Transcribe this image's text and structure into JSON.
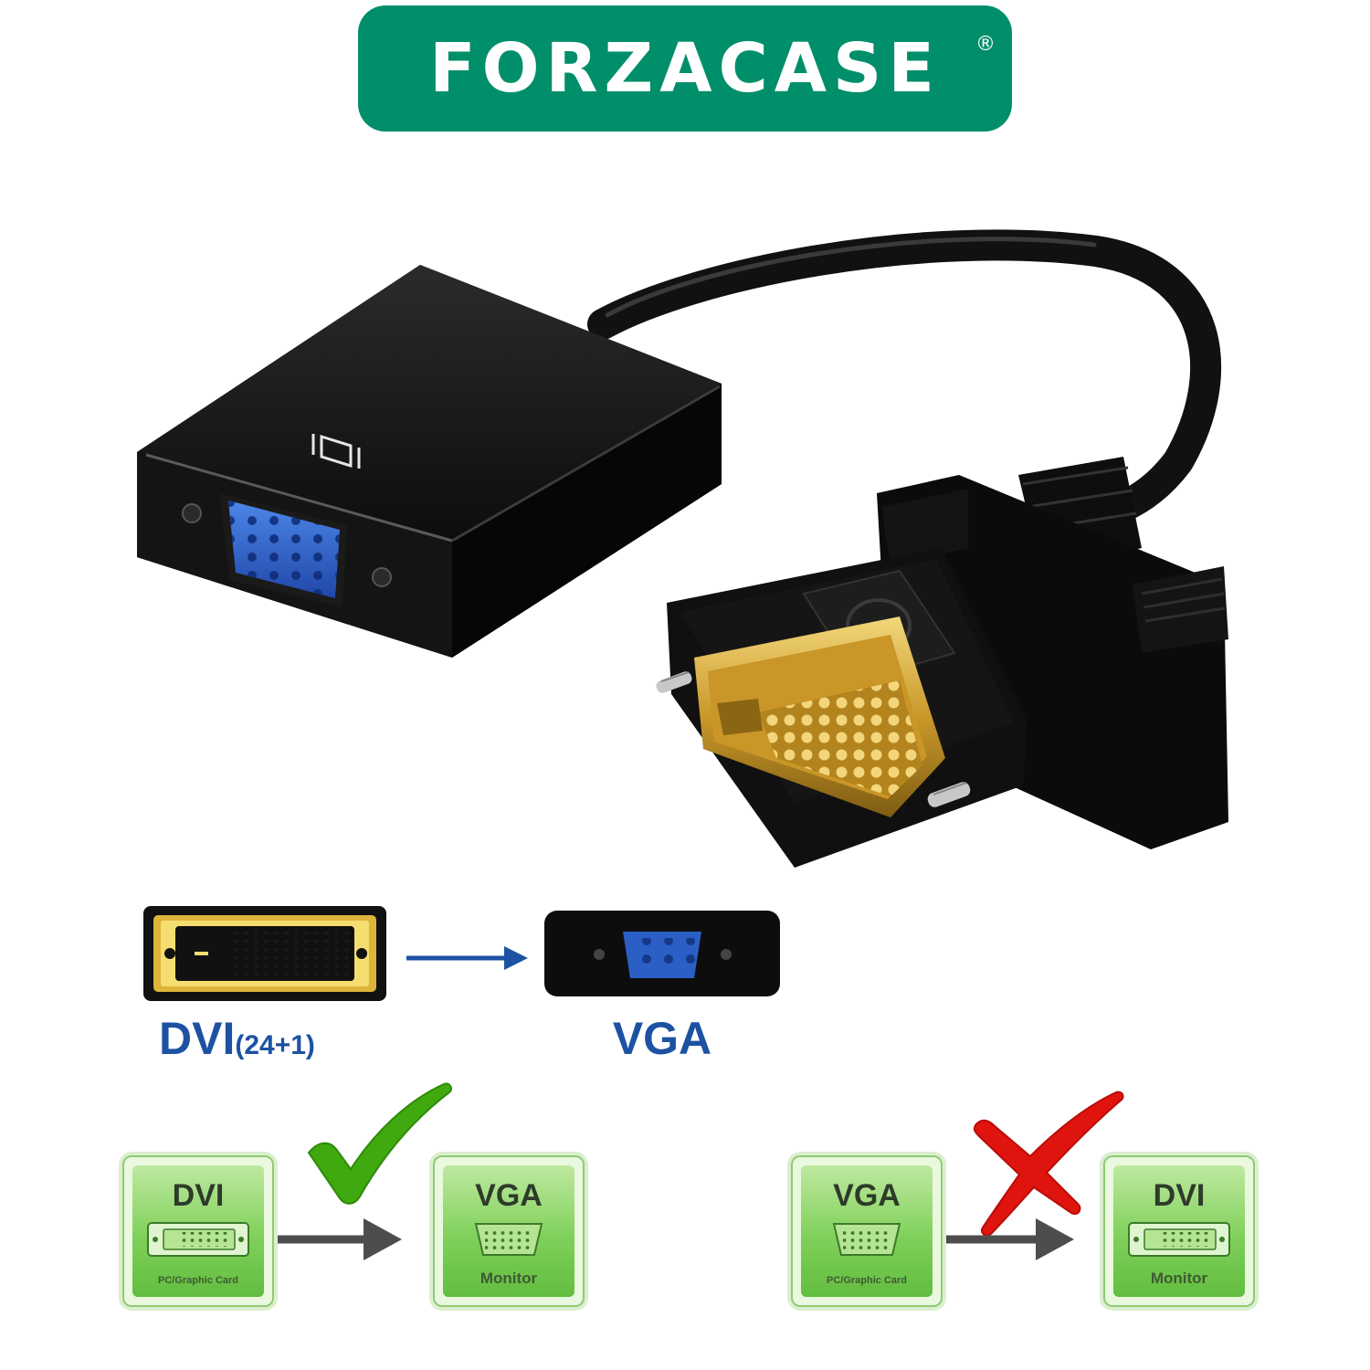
{
  "brand": {
    "name": "FORZACASE",
    "registered_mark": "®",
    "color": "#008f6a"
  },
  "product_photo": {
    "description_icon": "dvi-to-vga-adapter-photo",
    "vga_port_color": "#2b5fc5",
    "dvi_pin_color": "#d4a824"
  },
  "conversion": {
    "from_label": "DVI",
    "from_pins": "(24+1)",
    "to_label": "VGA",
    "label_color": "#1d52a3"
  },
  "compatibility": {
    "supported": {
      "source_title": "DVI",
      "source_caption": "PC/Graphic Card",
      "target_title": "VGA",
      "target_caption": "Monitor",
      "mark_color": "#3fa90f"
    },
    "unsupported": {
      "source_title": "VGA",
      "source_caption": "PC/Graphic Card",
      "target_title": "DVI",
      "target_caption": "Monitor",
      "mark_color": "#e0140e"
    }
  }
}
